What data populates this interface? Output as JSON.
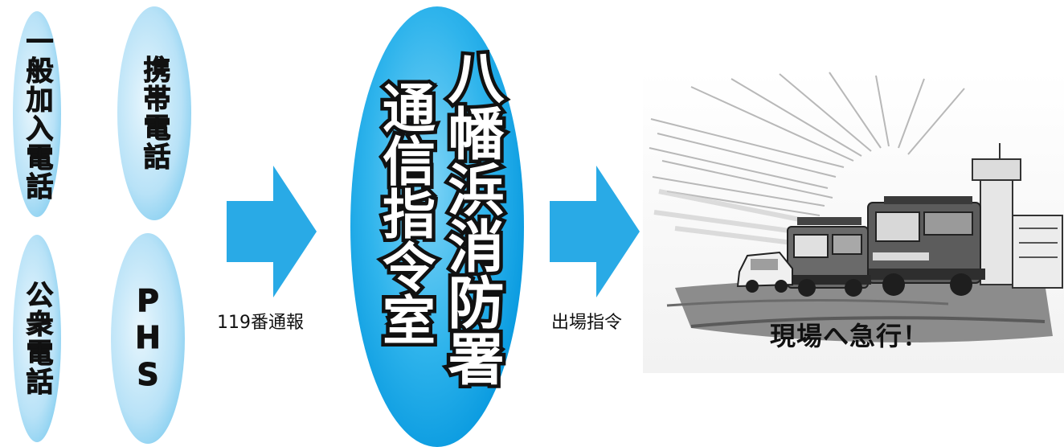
{
  "sources": {
    "fixed_phone": "一般加入電話",
    "mobile_phone": "携帯電話",
    "public_phone": "公衆電話",
    "phs": "PHS"
  },
  "flow": {
    "call_label": "119番通報",
    "dispatch_label": "出場指令"
  },
  "center": {
    "station_name": "八幡浜消防署",
    "room_name": "通信指令室"
  },
  "scene": {
    "caption": "現場へ急行！"
  },
  "colors": {
    "arrow": "#29aae6",
    "oval_light": "#b8e2f7",
    "oval_center": "#0a9be0"
  }
}
